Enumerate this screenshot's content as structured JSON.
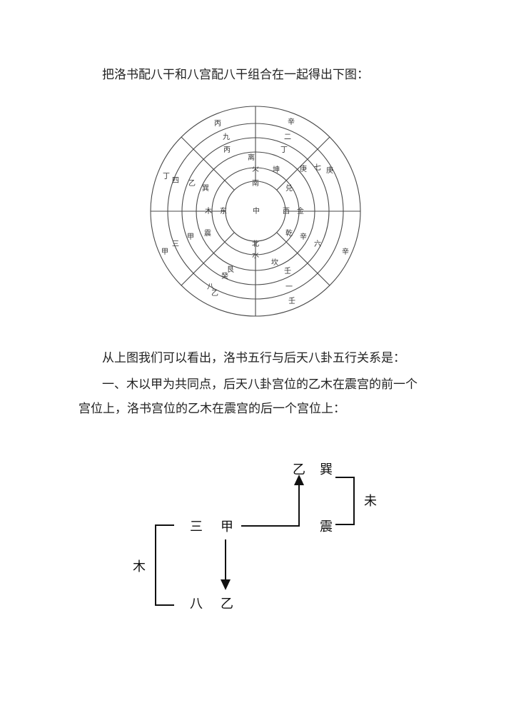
{
  "paragraphs": {
    "intro": "把洛书配八干和八宫配八干组合在一起得出下图：",
    "observe": "从上图我们可以看出，洛书五行与后天八卦五行关系是：",
    "point1_line1": "一、木以甲为共同点，后天八卦宫位的乙木在震宫的前一个",
    "point1_line2": "宫位上，洛书宫位的乙木在震宫的后一个宫位上："
  },
  "wheel": {
    "center": "中",
    "five_elements": [
      "南",
      "北",
      "东",
      "西"
    ],
    "elements": [
      "火",
      "水",
      "木",
      "金"
    ],
    "trigrams": [
      "离",
      "坤",
      "兑",
      "乾",
      "坎",
      "艮",
      "震",
      "巽"
    ],
    "palace_stems": [
      "丙",
      "丁",
      "庚",
      "辛",
      "壬",
      "癸",
      "甲",
      "乙"
    ],
    "luoshu_numbers": [
      "九",
      "二",
      "七",
      "六",
      "一",
      "八",
      "三",
      "四"
    ],
    "luoshu_stems": [
      "丙",
      "辛",
      "庚",
      "辛",
      "壬",
      "乙",
      "甲",
      "丁"
    ]
  },
  "diagram": {
    "top_stem": "乙",
    "top_trigram": "巽",
    "mid_number": "三",
    "mid_stem": "甲",
    "mid_trigram": "震",
    "bottom_number": "八",
    "bottom_stem": "乙",
    "left_label": "木",
    "right_label": "未"
  }
}
